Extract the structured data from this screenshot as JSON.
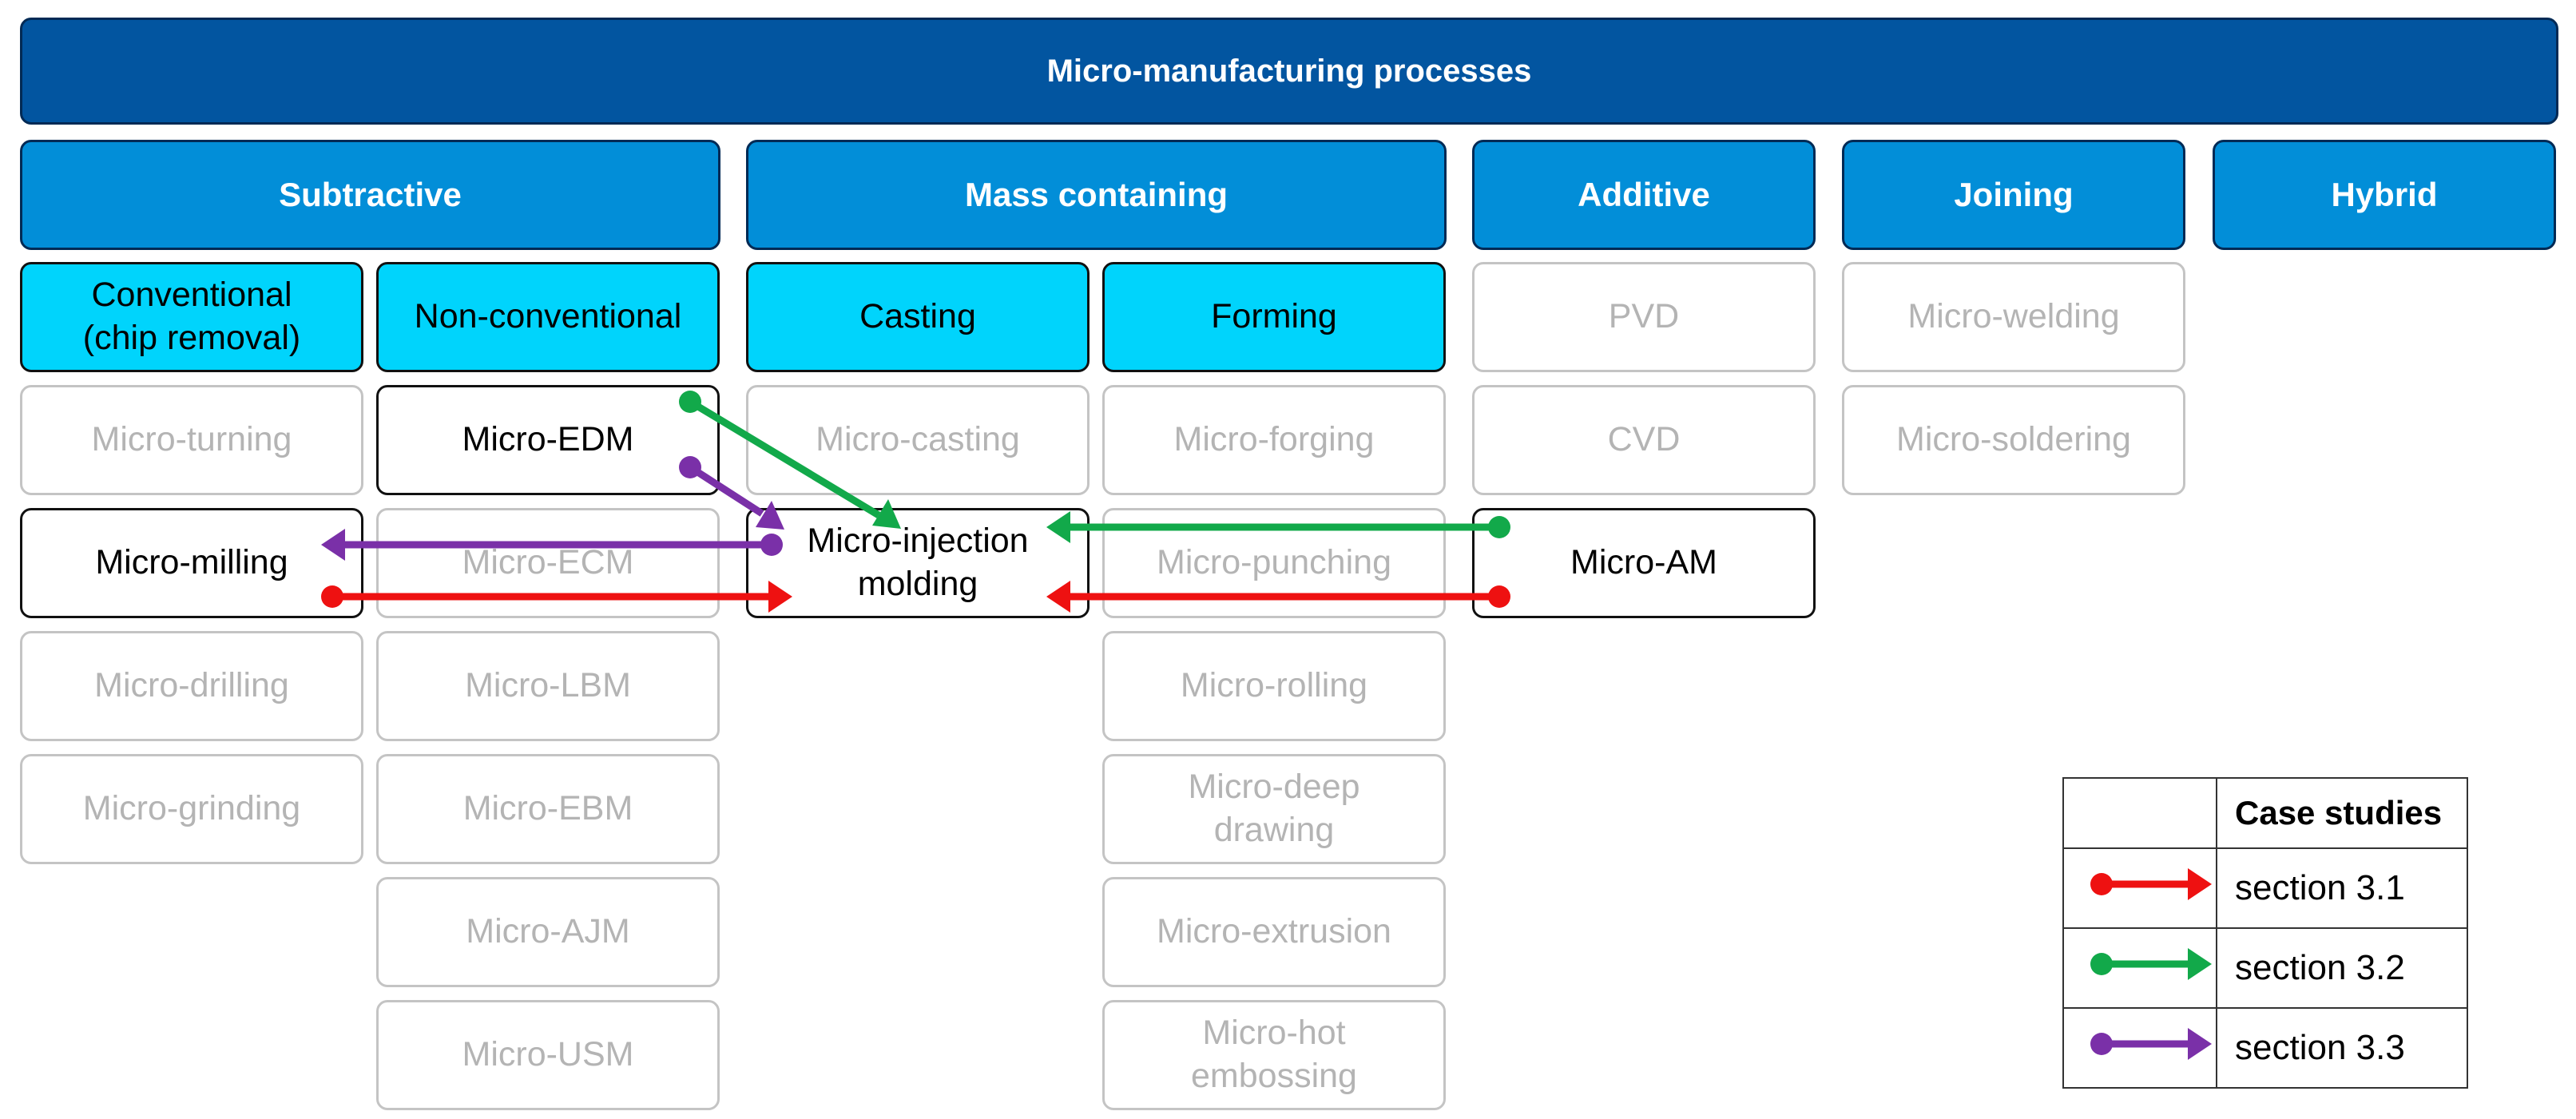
{
  "title": "Micro-manufacturing processes",
  "categories": {
    "subtractive": "Subtractive",
    "mass_containing": "Mass containing",
    "additive": "Additive",
    "joining": "Joining",
    "hybrid": "Hybrid"
  },
  "subcategories": {
    "conventional_line1": "Conventional",
    "conventional_line2": "(chip removal)",
    "non_conventional": "Non-conventional",
    "casting": "Casting",
    "forming": "Forming"
  },
  "processes": {
    "conventional": [
      "Micro-turning",
      "Micro-milling",
      "Micro-drilling",
      "Micro-grinding"
    ],
    "non_conventional": [
      "Micro-EDM",
      "Micro-ECM",
      "Micro-LBM",
      "Micro-EBM",
      "Micro-AJM",
      "Micro-USM"
    ],
    "casting": [
      "Micro-casting",
      "Micro-injection molding"
    ],
    "forming": [
      "Micro-forging",
      "Micro-punching",
      "Micro-rolling",
      "Micro-deep drawing",
      "Micro-extrusion",
      "Micro-hot embossing"
    ],
    "additive": [
      "PVD",
      "CVD",
      "Micro-AM"
    ],
    "joining": [
      "Micro-welding",
      "Micro-soldering"
    ]
  },
  "legend": {
    "header": "Case studies",
    "items": [
      {
        "label": "section 3.1",
        "color": "#ee1111"
      },
      {
        "label": "section 3.2",
        "color": "#12a94a"
      },
      {
        "label": "section 3.3",
        "color": "#7a30a8"
      }
    ]
  },
  "case_arrows": [
    {
      "section": "section 3.1",
      "from": "Micro-milling",
      "to": "Micro-injection molding",
      "color": "#ee1111"
    },
    {
      "section": "section 3.1",
      "from": "Micro-AM",
      "to": "Micro-injection molding",
      "color": "#ee1111"
    },
    {
      "section": "section 3.2",
      "from": "Micro-EDM",
      "to": "Micro-injection molding",
      "color": "#12a94a"
    },
    {
      "section": "section 3.2",
      "from": "Micro-AM",
      "to": "Micro-injection molding",
      "color": "#12a94a"
    },
    {
      "section": "section 3.3",
      "from": "Micro-EDM",
      "to": "Micro-injection molding",
      "color": "#7a30a8"
    },
    {
      "section": "section 3.3",
      "from": "Micro-injection molding",
      "to": "Micro-milling",
      "color": "#7a30a8"
    }
  ]
}
